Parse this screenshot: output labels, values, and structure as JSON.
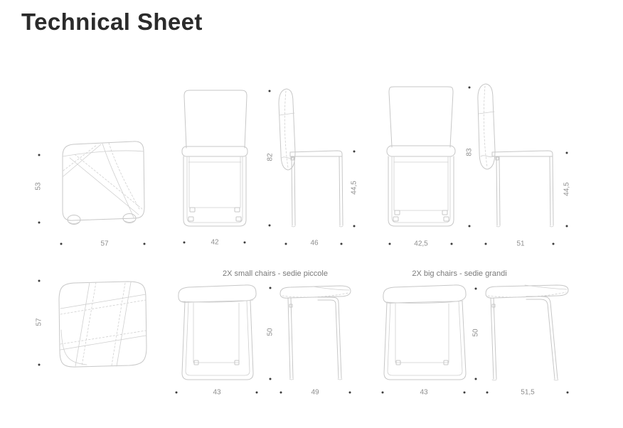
{
  "title": "Technical Sheet",
  "captions": {
    "small_chairs": "2X small chairs - sedie piccole",
    "big_chairs": "2X big chairs - sedie grandi"
  },
  "annotations": {
    "pouf_front": {
      "height": "53",
      "width": "57"
    },
    "pouf_top": {
      "side": "57"
    },
    "small_chair_front": {
      "height": "82",
      "width": "42"
    },
    "small_chair_side": {
      "seat_height": "44,5",
      "depth": "46"
    },
    "big_chair_front": {
      "height": "83",
      "width": "42,5"
    },
    "big_chair_side": {
      "seat_height": "44,5",
      "depth": "51"
    },
    "small_stool_front": {
      "width": "43"
    },
    "small_stool_side": {
      "height": "50",
      "depth": "49"
    },
    "big_stool_front": {
      "width": "43"
    },
    "big_stool_side": {
      "height": "50",
      "depth": "51,5"
    }
  },
  "colors": {
    "line": "#c7c7c7",
    "dimension_text": "#8e8e8e",
    "caption_text": "#7a7a7a",
    "dot": "#3c3c3c",
    "title_text": "#2b2b2b"
  }
}
